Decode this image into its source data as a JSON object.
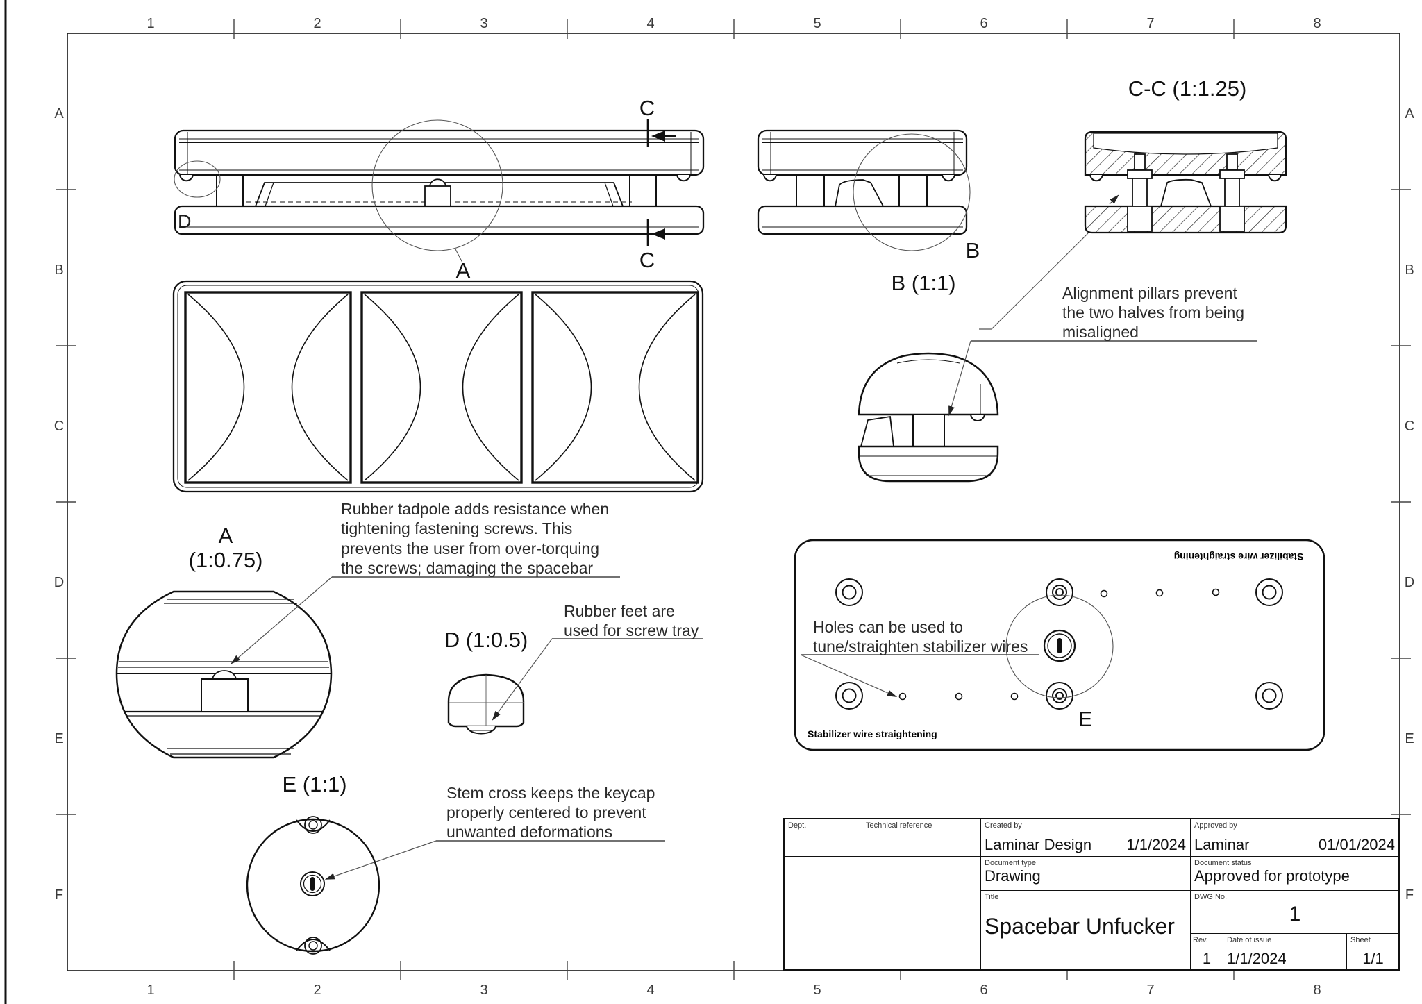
{
  "colors": {
    "line": "#1d1d1d",
    "background": "#ffffff"
  },
  "drawing": {
    "grid": {
      "columns": [
        "1",
        "2",
        "3",
        "4",
        "5",
        "6",
        "7",
        "8"
      ],
      "rows": [
        "A",
        "B",
        "C",
        "D",
        "E",
        "F"
      ]
    },
    "view_labels": {
      "detail_a_marker": "A",
      "detail_a_title": "A",
      "detail_a_scale": "(1:0.75)",
      "detail_b_marker": "B",
      "view_b_title": "B (1:1)",
      "section_c_top": "C",
      "section_c_bottom": "C",
      "section_cc_title": "C-C (1:1.25)",
      "detail_d_marker": "D",
      "detail_d_title": "D (1:0.5)",
      "detail_e_marker": "E",
      "detail_e_title": "E (1:1)"
    },
    "plate": {
      "label_top_rotated": "Stabilizer wire straightening",
      "label_bottom": "Stabilizer wire straightening"
    },
    "annotations": {
      "tadpole": {
        "lines": [
          "Rubber tadpole adds resistance when",
          "tightening fastening screws. This",
          "prevents the user from over-torquing",
          "the screws; damaging the spacebar"
        ]
      },
      "alignment_pillars": {
        "lines": [
          "Alignment pillars prevent",
          "the two halves from being",
          "misaligned"
        ]
      },
      "rubber_feet": {
        "lines": [
          "Rubber feet are",
          "used for screw tray"
        ]
      },
      "stem_cross": {
        "lines": [
          "Stem cross keeps the keycap",
          "properly centered to prevent",
          "unwanted deformations"
        ]
      },
      "stabilizer_holes": {
        "lines": [
          "Holes can be used to",
          "tune/straighten stabilizer wires"
        ]
      }
    }
  },
  "title_block": {
    "dept_label": "Dept.",
    "technical_reference_label": "Technical reference",
    "created_by_label": "Created by",
    "created_by": "Laminar Design",
    "created_date": "1/1/2024",
    "approved_by_label": "Approved by",
    "approved_by": "Laminar",
    "approved_date": "01/01/2024",
    "document_type_label": "Document type",
    "document_type": "Drawing",
    "document_status_label": "Document status",
    "document_status": "Approved for prototype",
    "title_label": "Title",
    "title": "Spacebar Unfucker",
    "dwg_no_label": "DWG No.",
    "dwg_no": "1",
    "rev_label": "Rev.",
    "rev": "1",
    "date_of_issue_label": "Date of issue",
    "date_of_issue": "1/1/2024",
    "sheet_label": "Sheet",
    "sheet": "1/1"
  }
}
